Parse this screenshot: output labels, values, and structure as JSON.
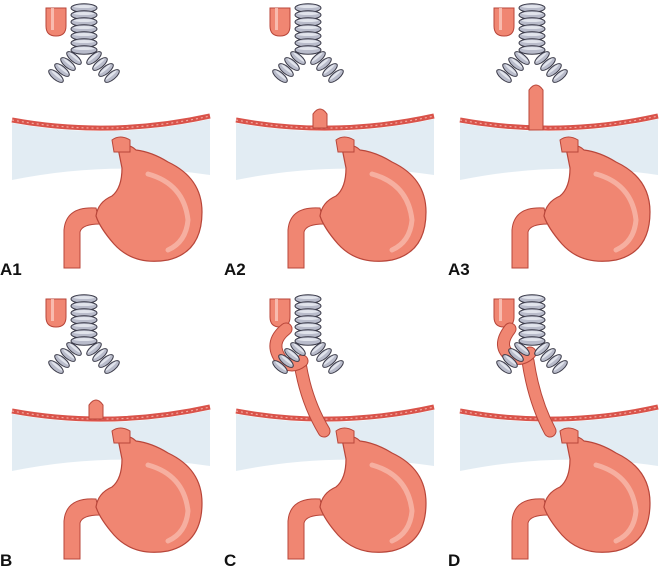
{
  "figure": {
    "colors": {
      "tissue": "#f08672",
      "tissue_outline": "#b8463a",
      "tissue_highlight": "#fbd2c7",
      "diaphragm": "#d9534a",
      "cavity_shade": "#dde9f1",
      "trachea": "#b9bccb",
      "trachea_ring": "#e6e8ef",
      "outline": "#3a3a48"
    },
    "panels": [
      {
        "label": "A1",
        "variant": "atresia-no-fistula"
      },
      {
        "label": "A2",
        "variant": "short-upper-pouch"
      },
      {
        "label": "A3",
        "variant": "long-upper-pouch"
      },
      {
        "label": "B",
        "variant": "short-pouch-no-fistula"
      },
      {
        "label": "C",
        "variant": "proximal-fistula"
      },
      {
        "label": "D",
        "variant": "double-fistula"
      }
    ]
  }
}
